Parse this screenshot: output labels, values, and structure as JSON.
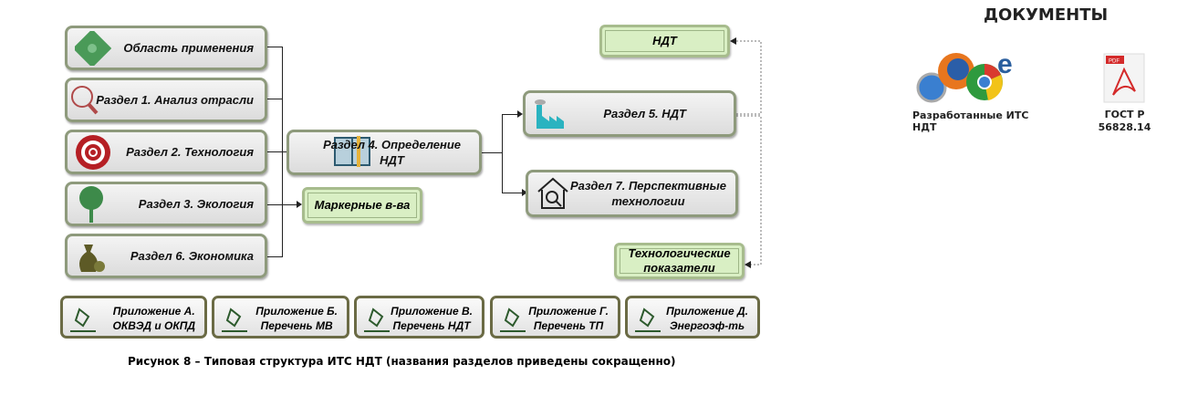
{
  "sections": {
    "scope": "Область применения",
    "s1": "Раздел 1. Анализ отрасли",
    "s2": "Раздел  2. Технология",
    "s3": "Раздел  3. Экология",
    "s6": "Раздел  6. Экономика",
    "s4_line1": "Раздел 4. Определение",
    "s4_line2": "НДТ",
    "s5": "Раздел  5. НДТ",
    "s7_line1": "Раздел  7. Перспективные",
    "s7_line2": "технологии"
  },
  "outputs": {
    "markers": "Маркерные в-ва",
    "ndt": "НДТ",
    "tech_line1": "Технологические",
    "tech_line2": "показатели"
  },
  "appendices": [
    {
      "l1": "Приложение А.",
      "l2": "ОКВЭД и ОКПД"
    },
    {
      "l1": "Приложение Б.",
      "l2": "Перечень МВ"
    },
    {
      "l1": "Приложение В.",
      "l2": "Перечень НДТ"
    },
    {
      "l1": "Приложение Г.",
      "l2": "Перечень ТП"
    },
    {
      "l1": "Приложение Д.",
      "l2": "Энергоэф-ть"
    }
  ],
  "caption": "Рисунок 8 – Типовая структура ИТС НДТ (названия разделов приведены сокращенно)",
  "documents": {
    "title": "ДОКУМЕНТЫ",
    "its": "Разработанные ИТС НДТ",
    "gost_line1": "ГОСТ Р",
    "gost_line2": "56828.14"
  }
}
